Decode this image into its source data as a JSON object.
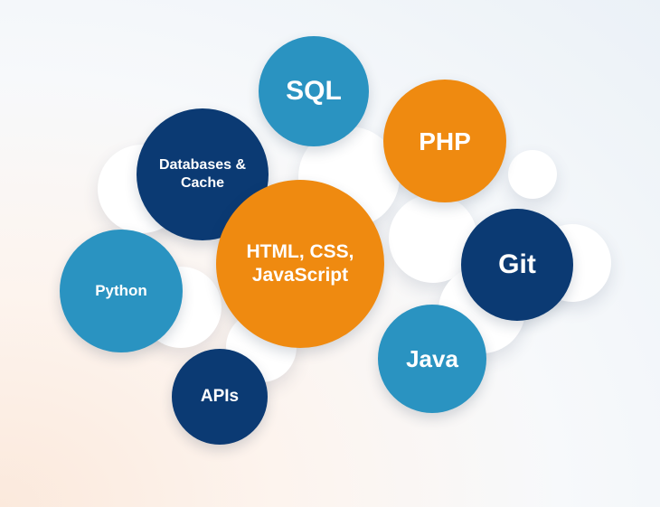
{
  "colors": {
    "dark_blue": "#0b3a73",
    "teal": "#2a93c1",
    "orange": "#ef8a10",
    "white": "#ffffff"
  },
  "bubbles": [
    {
      "label": "SQL",
      "color": "teal"
    },
    {
      "label": "Databases &\nCache",
      "color": "dark_blue"
    },
    {
      "label": "PHP",
      "color": "orange"
    },
    {
      "label": "HTML, CSS,\nJavaScript",
      "color": "orange"
    },
    {
      "label": "Python",
      "color": "teal"
    },
    {
      "label": "Git",
      "color": "dark_blue"
    },
    {
      "label": "Java",
      "color": "teal"
    },
    {
      "label": "APIs",
      "color": "dark_blue"
    }
  ]
}
